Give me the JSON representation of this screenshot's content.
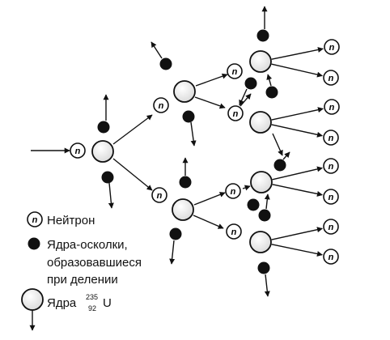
{
  "neutron_symbol": "n",
  "legend": {
    "neutron": "Нейтрон",
    "fragments_line1": "Ядра-осколки,",
    "fragments_line2": "образовавшиеся",
    "fragments_line3": "при делении",
    "nuclei": "Ядра",
    "isotope_mass": "235",
    "isotope_number": "92",
    "isotope_element": "U"
  },
  "colors": {
    "line": "#111111",
    "fragment": "#111111",
    "neutron_fill": "#ffffff",
    "nucleus_fill": "#ffffff"
  }
}
